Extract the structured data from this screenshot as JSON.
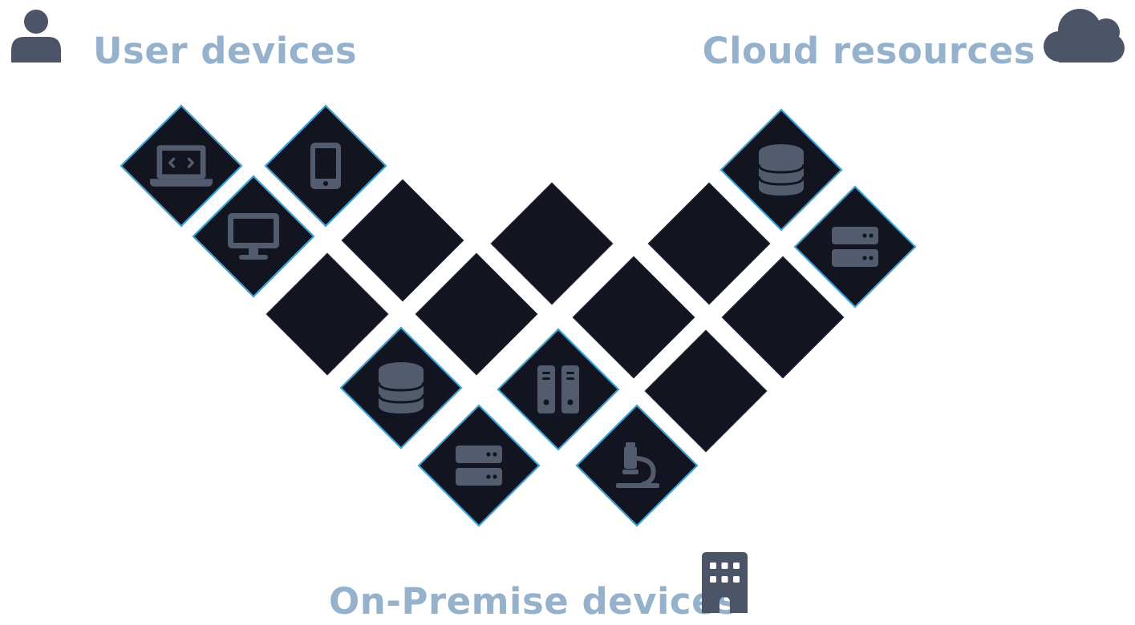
{
  "labels": {
    "user_devices": "User devices",
    "cloud_resources": "Cloud resources",
    "on_premise_devices": "On-Premise devices"
  },
  "header_icons": [
    "user-icon",
    "cloud-icon",
    "building-icon"
  ],
  "tile_icons": [
    "laptop-code-icon",
    "tablet-icon",
    "desktop-icon",
    "database-icon",
    "server-icon",
    "database-icon",
    "server-icon",
    "server-racks-icon",
    "microscope-icon"
  ],
  "colors": {
    "label": "#95b1cb",
    "icon_dark": "#4b5567",
    "tile_fill": "#121520",
    "tile_accent_border": "#3aa6dc",
    "tile_icon": "#525c6e"
  }
}
